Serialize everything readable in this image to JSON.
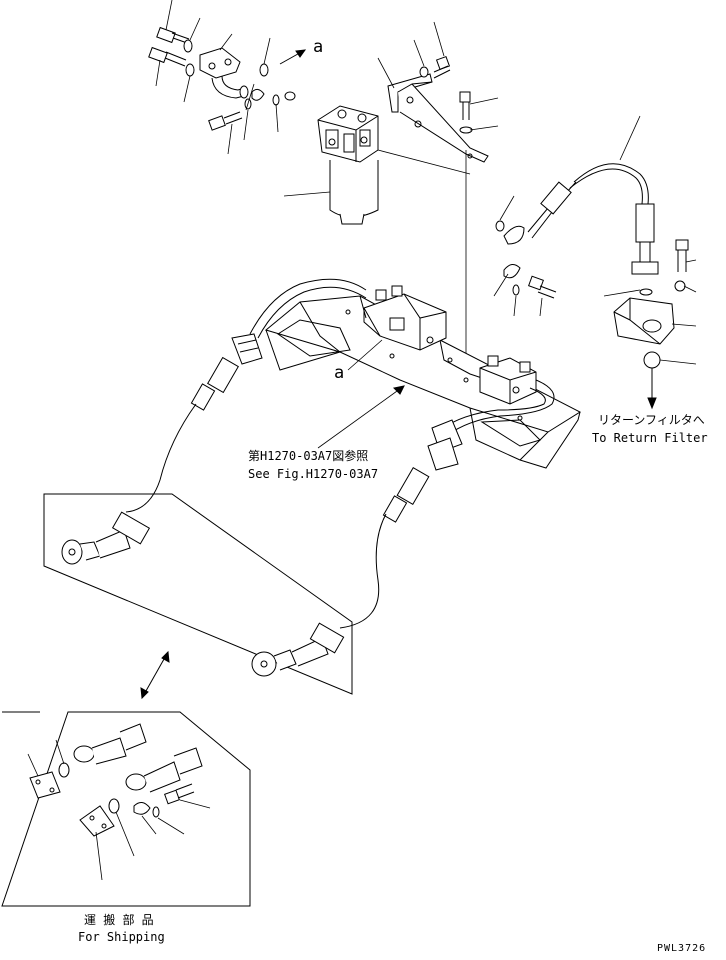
{
  "labels": {
    "ref_a_top": "a",
    "ref_a_mid": "a",
    "see_fig_jp": "第H1270-03A7図参照",
    "see_fig_en": "See Fig.H1270-03A7",
    "return_filter_jp": "リターンフィルタへ",
    "return_filter_en": "To Return Filter",
    "shipping_jp": "運 搬 部 品",
    "shipping_en": "For Shipping",
    "drawing_code": "PWL3726"
  }
}
